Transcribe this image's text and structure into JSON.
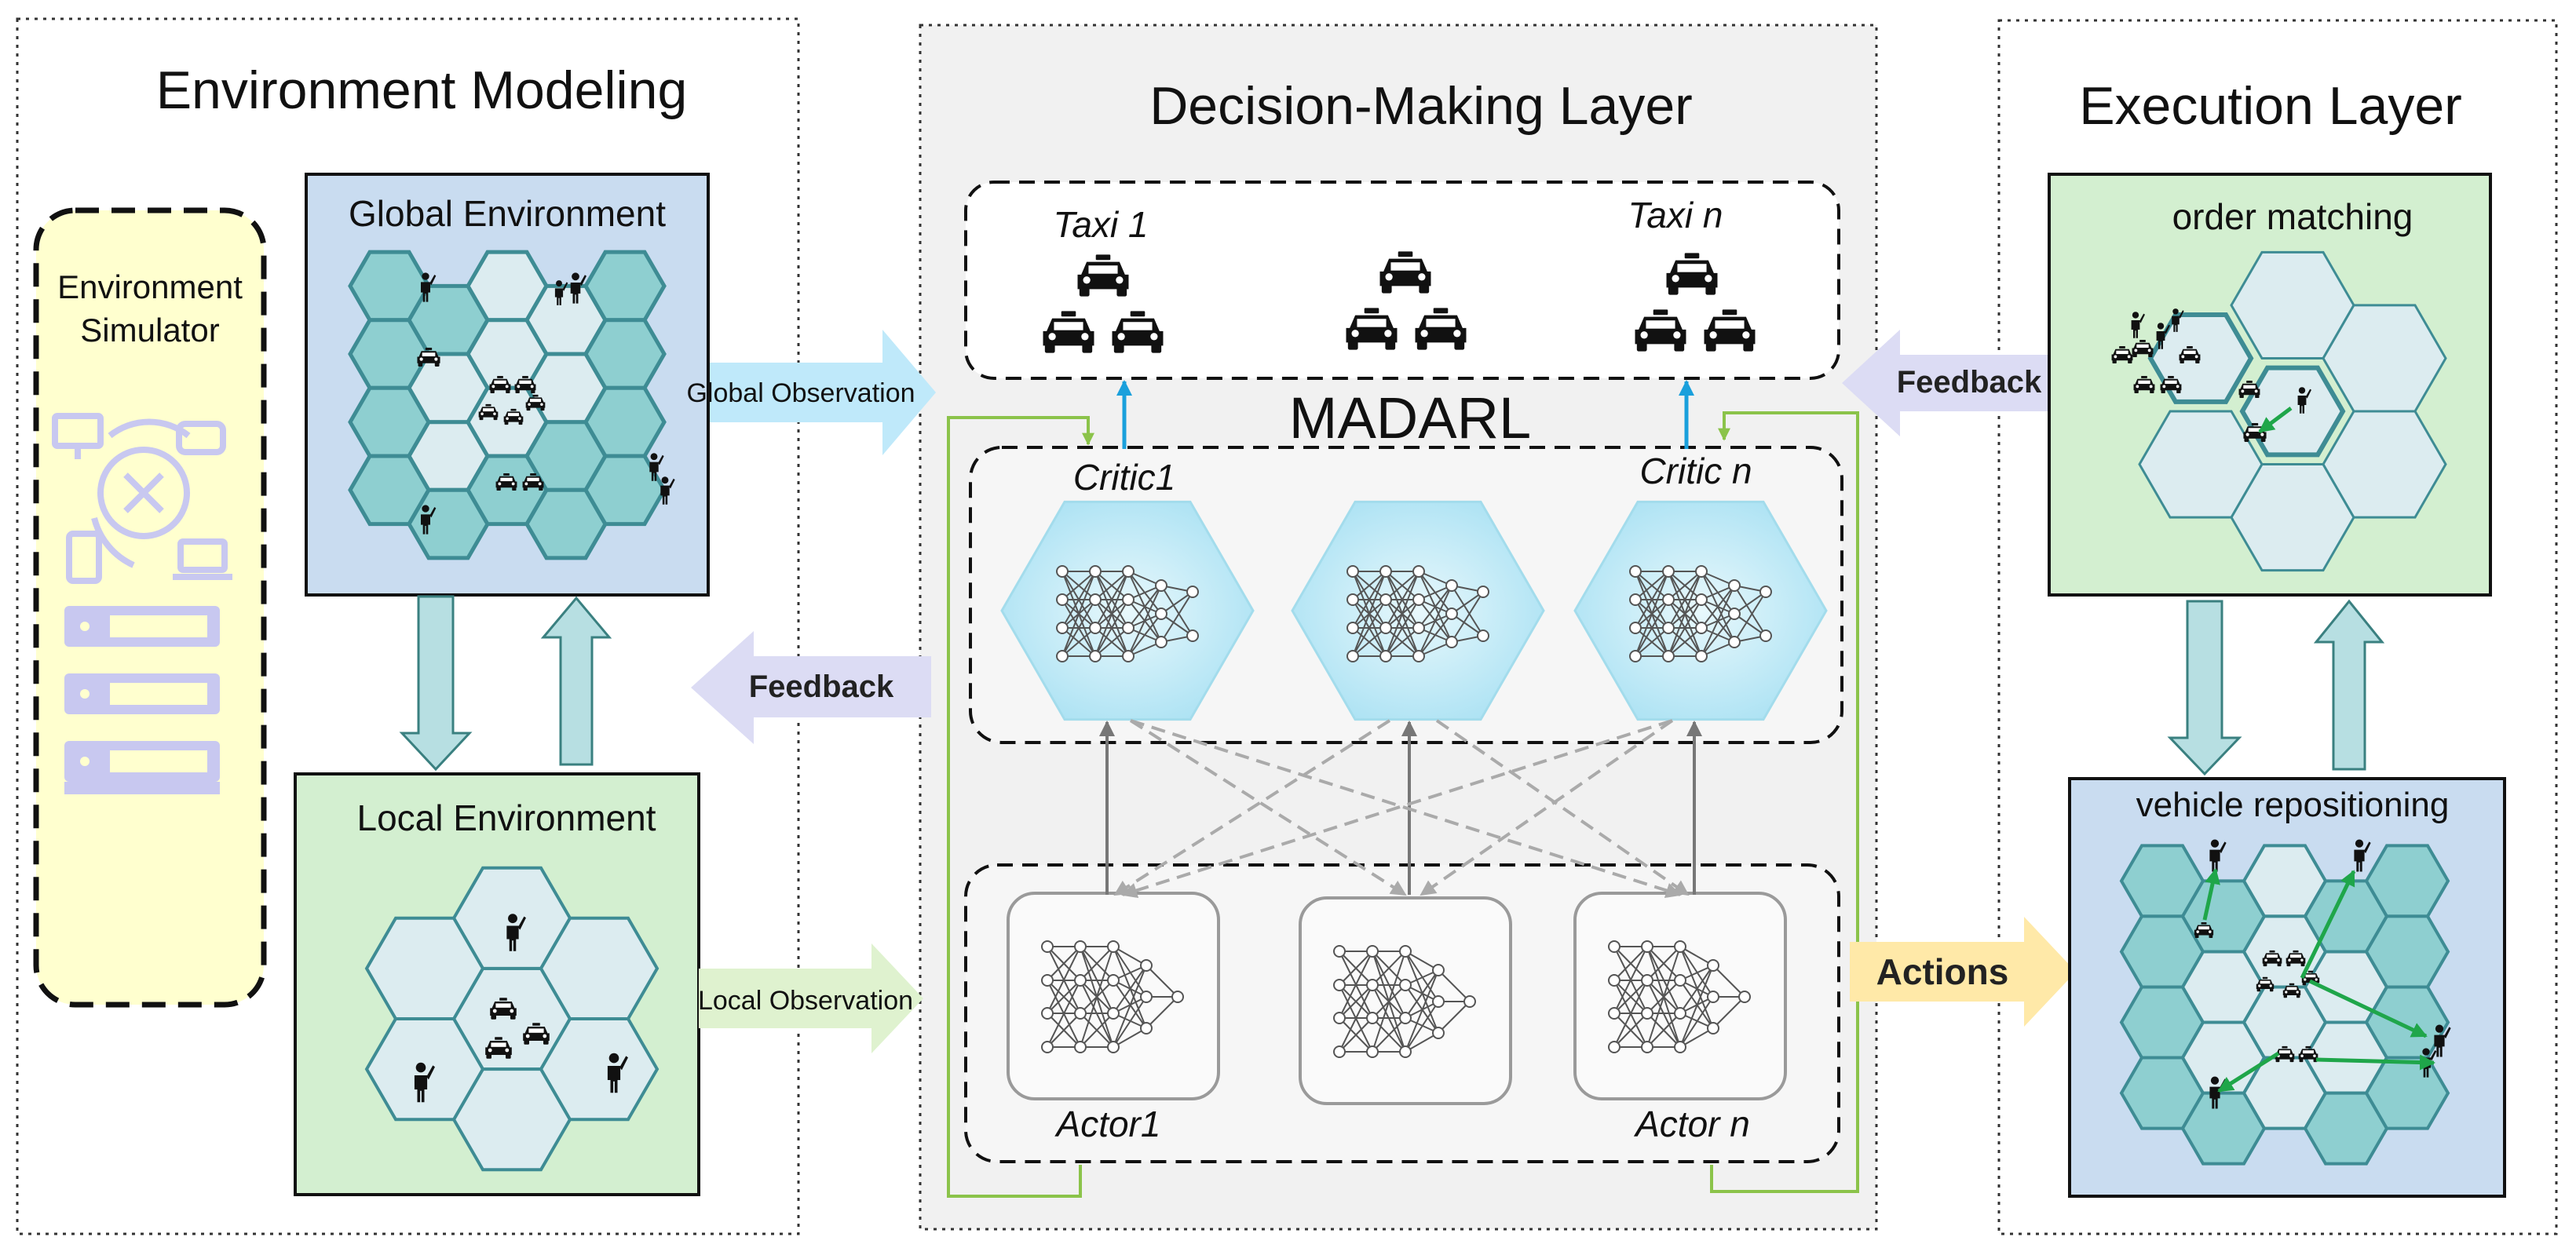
{
  "sections": {
    "environment_modeling": "Environment Modeling",
    "decision_making": "Decision-Making Layer",
    "execution": "Execution Layer"
  },
  "simulator": {
    "label_line1": "Environment",
    "label_line2": "Simulator"
  },
  "global_env": {
    "title": "Global Environment"
  },
  "local_env": {
    "title": "Local Environment"
  },
  "arrows": {
    "global_observation": "Global Observation",
    "local_observation": "Local Observation",
    "feedback_left": "Feedback",
    "feedback_right": "Feedback",
    "actions": "Actions"
  },
  "madarl": {
    "label": "MADARL",
    "taxi_1": "Taxi 1",
    "taxi_n": "Taxi n",
    "critic_1": "Critic1",
    "critic_n": "Critic n",
    "actor_1": "Actor1",
    "actor_n": "Actor n"
  },
  "order_matching": {
    "title": "order matching"
  },
  "vehicle_repositioning": {
    "title": "vehicle repositioning"
  },
  "colors": {
    "global_env_bg": "#c9dcf0",
    "local_env_bg": "#d3efd0",
    "simulator_bg": "#ffffcf",
    "hex_dark": "#8ecfd0",
    "hex_light": "#dcecf0",
    "hex_stroke": "#3e8c94",
    "critic_hex": "#bdeaf5",
    "global_obs_arrow": "#bfe9fa",
    "local_obs_arrow": "#dff2cf",
    "feedback_arrow": "#dcdcf4",
    "actions_arrow": "#ffe9a8",
    "green_line": "#8bc34a",
    "blue_arrow": "#1aa0dc",
    "reposition_arrow": "#1fa64a"
  }
}
